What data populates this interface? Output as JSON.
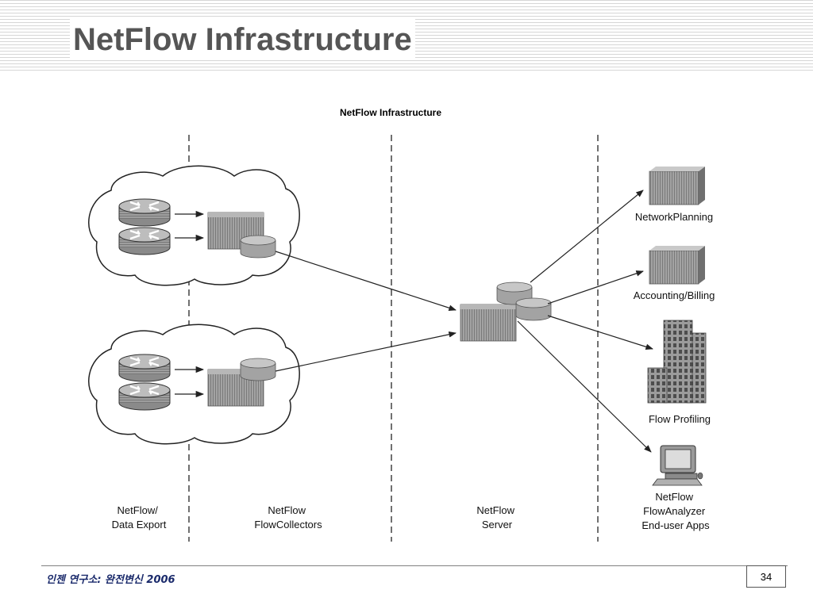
{
  "slide": {
    "title": "NetFlow Infrastructure",
    "footer": "인젠 연구소: 완전변신 2006",
    "page_number": "34"
  },
  "diagram": {
    "title": "NetFlow Infrastructure",
    "columns": {
      "export": [
        "NetFlow/",
        "Data Export"
      ],
      "collectors": [
        "NetFlow",
        "FlowCollectors"
      ],
      "server": [
        "NetFlow",
        "Server"
      ]
    },
    "apps": {
      "network_planning": [
        "NetworkPlanning"
      ],
      "accounting": [
        "Accounting/Billing"
      ],
      "profiling": [
        "Flow Profiling"
      ],
      "analyzer": [
        "NetFlow",
        "FlowAnalyzer",
        "End-user Apps"
      ]
    }
  }
}
